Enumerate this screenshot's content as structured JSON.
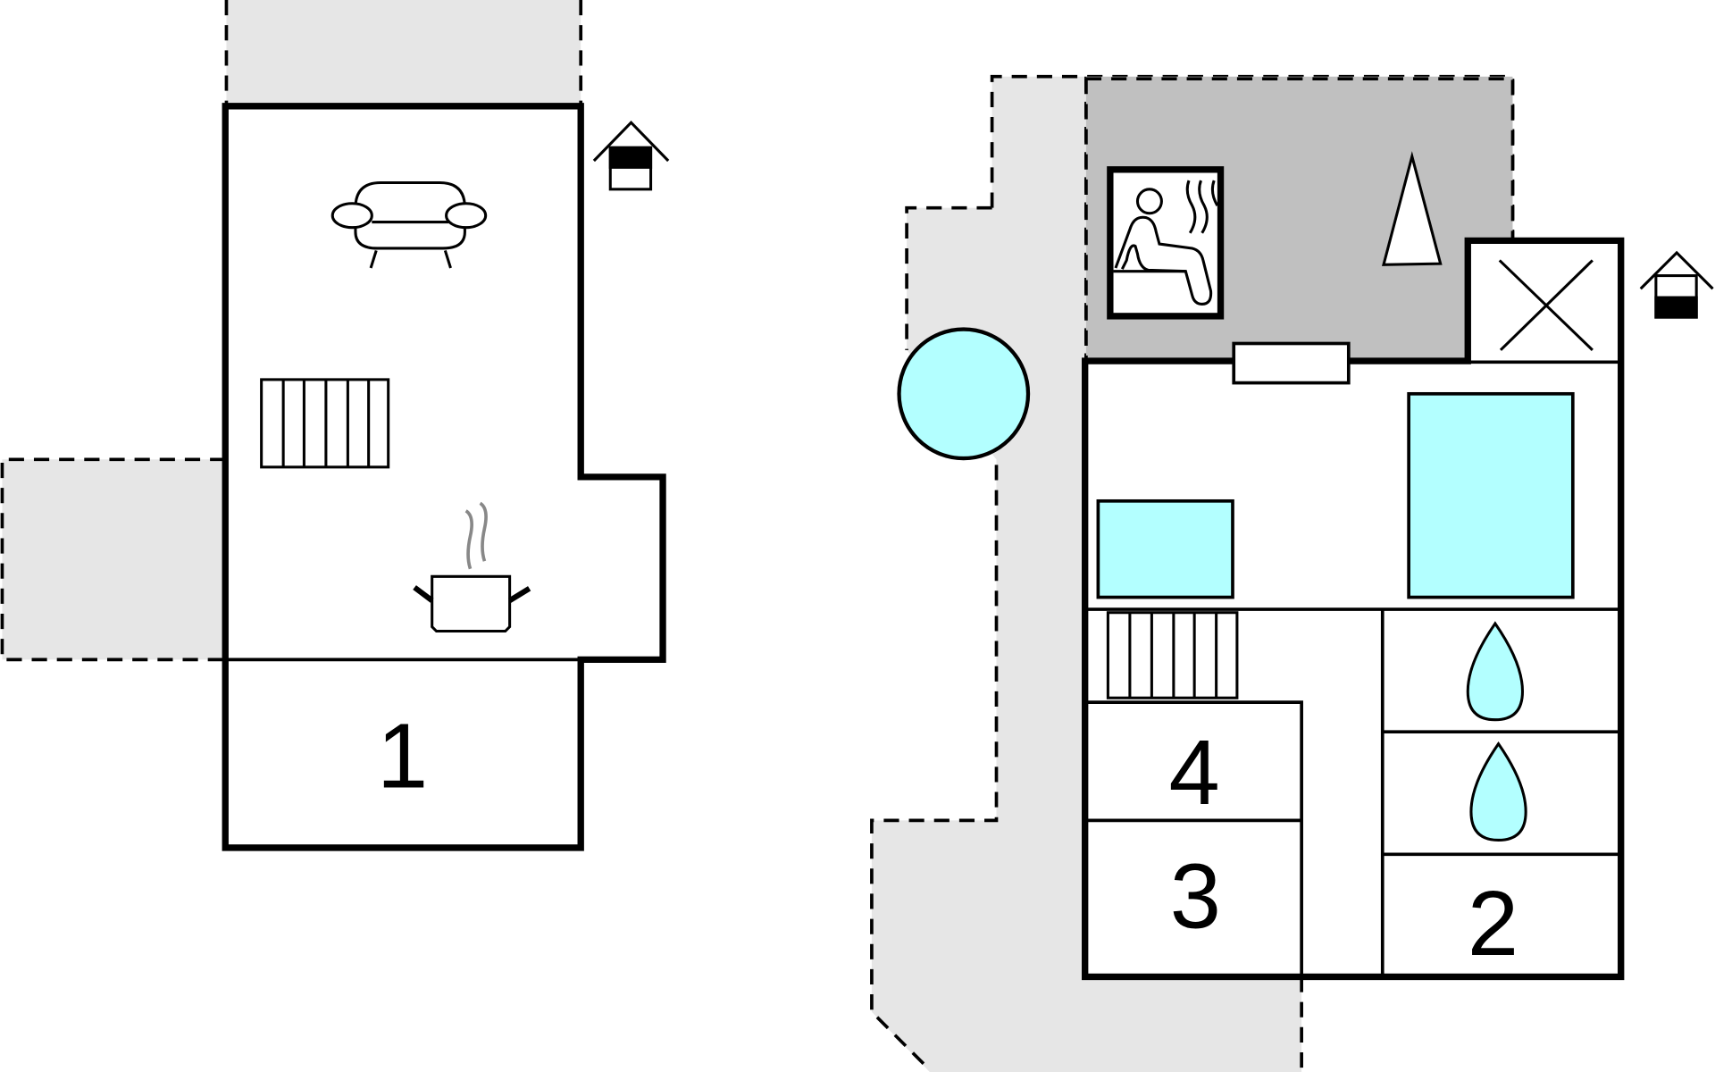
{
  "rooms": {
    "bedroom_1": "1",
    "bedroom_2": "2",
    "bedroom_3": "3",
    "bedroom_4": "4"
  },
  "colors": {
    "terrace": "#e6e6e6",
    "covered_terrace": "#c0c0c0",
    "water": "#b3ffff",
    "wall": "#000000"
  }
}
